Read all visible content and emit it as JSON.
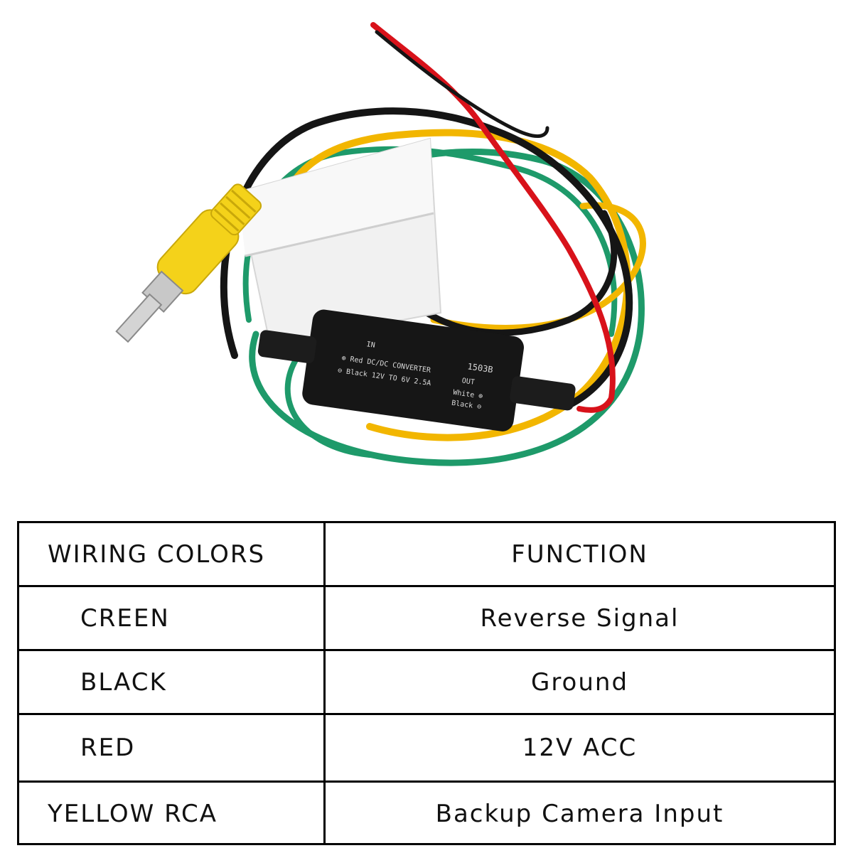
{
  "product_photo": {
    "module": {
      "in_label": "IN",
      "model": "1503B",
      "line1": "⊕ Red  DC/DC CONVERTER",
      "out_label": "OUT",
      "line2": "⊖ Black 12V TO 6V 2.5A",
      "white_label": "White ⊕",
      "black_label": "Black ⊖"
    },
    "colors": {
      "green": "#1e9a6a",
      "yellow": "#f2b600",
      "red": "#d8121a",
      "black": "#151515",
      "rca_yellow": "#f4d21a",
      "connector_white": "#f1f1f1"
    }
  },
  "table": {
    "headers": [
      "WIRING COLORS",
      "FUNCTION"
    ],
    "rows": [
      {
        "color": "CREEN",
        "function": "Reverse Signal"
      },
      {
        "color": "BLACK",
        "function": "Ground"
      },
      {
        "color": "RED",
        "function": "12V ACC"
      },
      {
        "color": "YELLOW RCA",
        "function": "Backup Camera Input"
      }
    ]
  }
}
